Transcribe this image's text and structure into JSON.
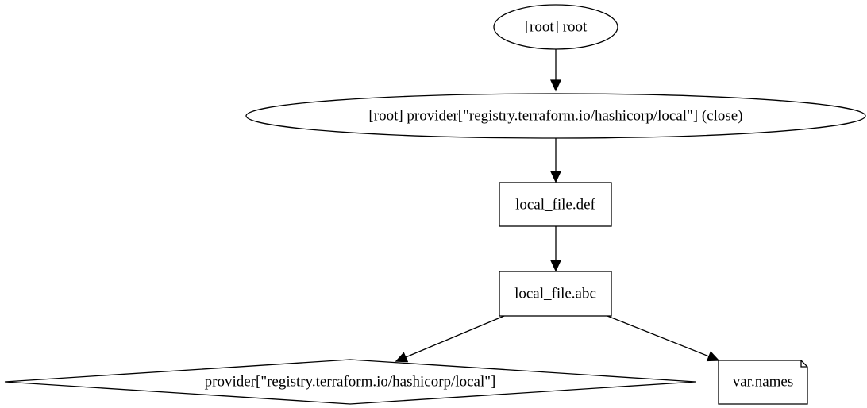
{
  "graph": {
    "nodes": {
      "root": {
        "label": "[root] root",
        "shape": "ellipse"
      },
      "provider_close": {
        "label": "[root] provider[\"registry.terraform.io/hashicorp/local\"] (close)",
        "shape": "ellipse"
      },
      "local_file_def": {
        "label": "local_file.def",
        "shape": "box"
      },
      "local_file_abc": {
        "label": "local_file.abc",
        "shape": "box"
      },
      "provider": {
        "label": "provider[\"registry.terraform.io/hashicorp/local\"]",
        "shape": "diamond"
      },
      "var_names": {
        "label": "var.names",
        "shape": "note"
      }
    },
    "edges": [
      {
        "from": "root",
        "to": "provider_close"
      },
      {
        "from": "provider_close",
        "to": "local_file_def"
      },
      {
        "from": "local_file_def",
        "to": "local_file_abc"
      },
      {
        "from": "local_file_abc",
        "to": "provider"
      },
      {
        "from": "local_file_abc",
        "to": "var_names"
      }
    ]
  }
}
